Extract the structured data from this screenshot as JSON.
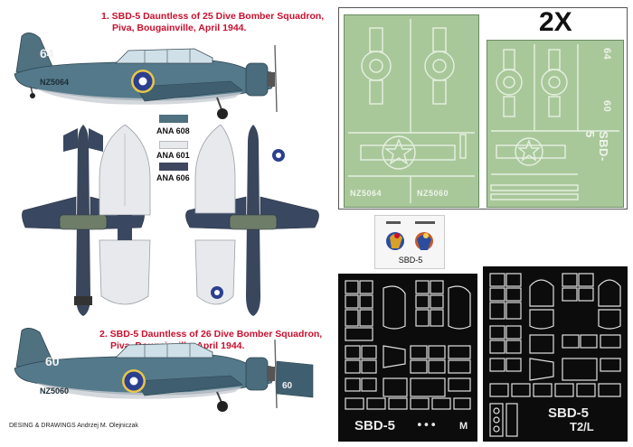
{
  "profile1": {
    "title_line1": "1. SBD-5 Dauntless of 25 Dive Bomber Squadron,",
    "title_line2": "Piva, Bougainville, April 1944.",
    "fuselage_code": "64",
    "serial": "NZ5064"
  },
  "profile2": {
    "title_line1": "2. SBD-5 Dauntless of 26 Dive Bomber Squadron,",
    "title_line2": "Piva, Bougainville, April 1944.",
    "fuselage_code": "60",
    "tail_code": "60",
    "serial": "NZ5060"
  },
  "swatches": [
    {
      "label": "ANA 608",
      "color": "#4f7180"
    },
    {
      "label": "ANA 601",
      "color": "#e7e9ec"
    },
    {
      "label": "ANA 606",
      "color": "#3f4760"
    }
  ],
  "credit": {
    "prefix": "DESING & DRAWINGS",
    "author": "Andrzej M. Olejniczak"
  },
  "multiplier": "2X",
  "mask_green_left": {
    "serial_a": "NZ5064",
    "serial_b": "NZ5060"
  },
  "mask_green_right": {
    "model": "SBD-5",
    "num_a": "64",
    "num_b": "60"
  },
  "decal_label": "SBD-5",
  "black_left": {
    "model": "SBD-5",
    "dots": "•••",
    "suffix": "M"
  },
  "black_right": {
    "model": "SBD-5",
    "suffix": "T2/L"
  },
  "colors": {
    "accent_red": "#c8102e",
    "mask_green": "#a9c89a",
    "mask_black": "#0c0c0c"
  }
}
